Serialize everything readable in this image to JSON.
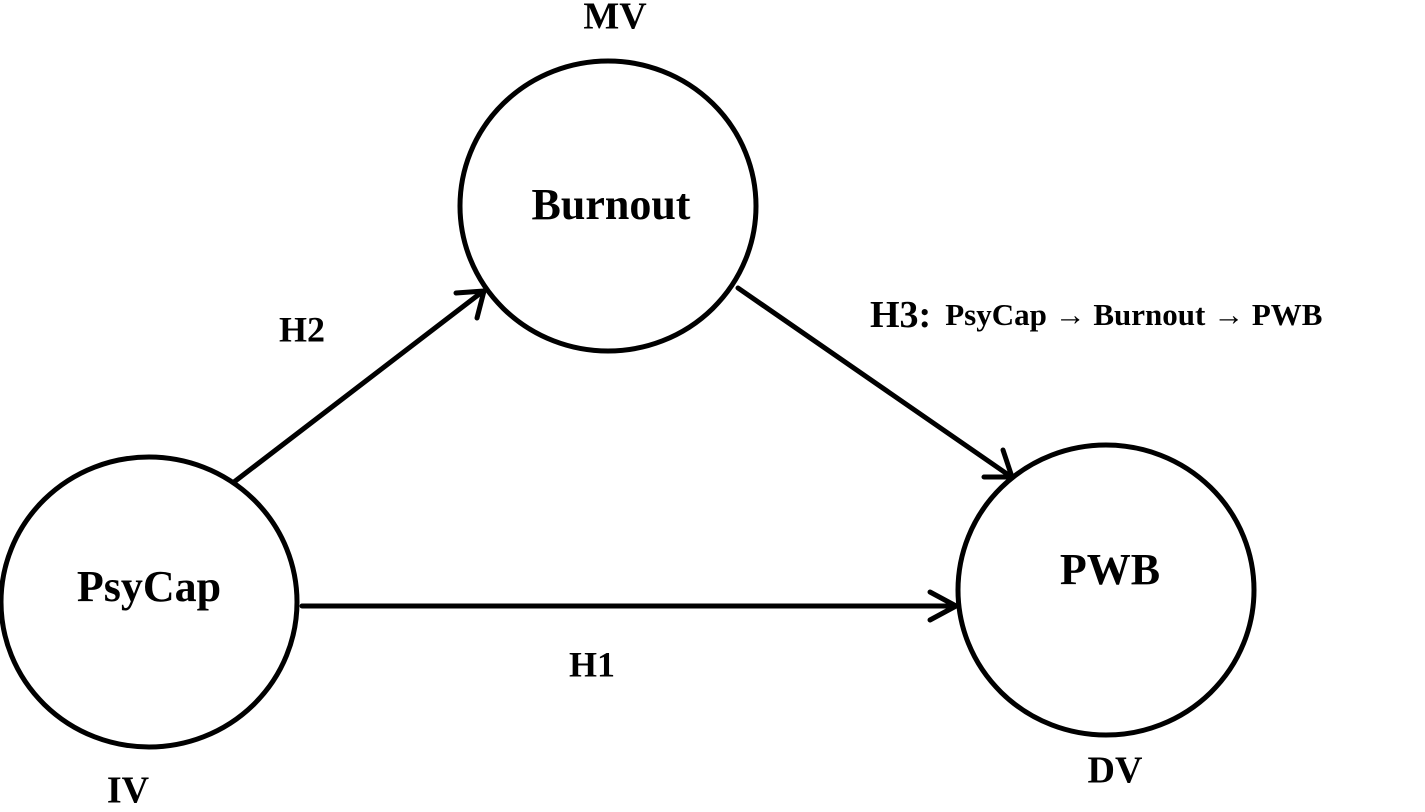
{
  "nodes": {
    "psycap": {
      "label": "PsyCap",
      "role": "IV"
    },
    "burnout": {
      "label": "Burnout",
      "role": "MV"
    },
    "pwb": {
      "label": "PWB",
      "role": "DV"
    }
  },
  "edges": {
    "h1": {
      "label": "H1"
    },
    "h2": {
      "label": "H2"
    },
    "h3": {
      "prefix": "H3:",
      "path": "PsyCap → Burnout → PWB"
    }
  },
  "colors": {
    "stroke": "#000000",
    "background": "#ffffff"
  }
}
